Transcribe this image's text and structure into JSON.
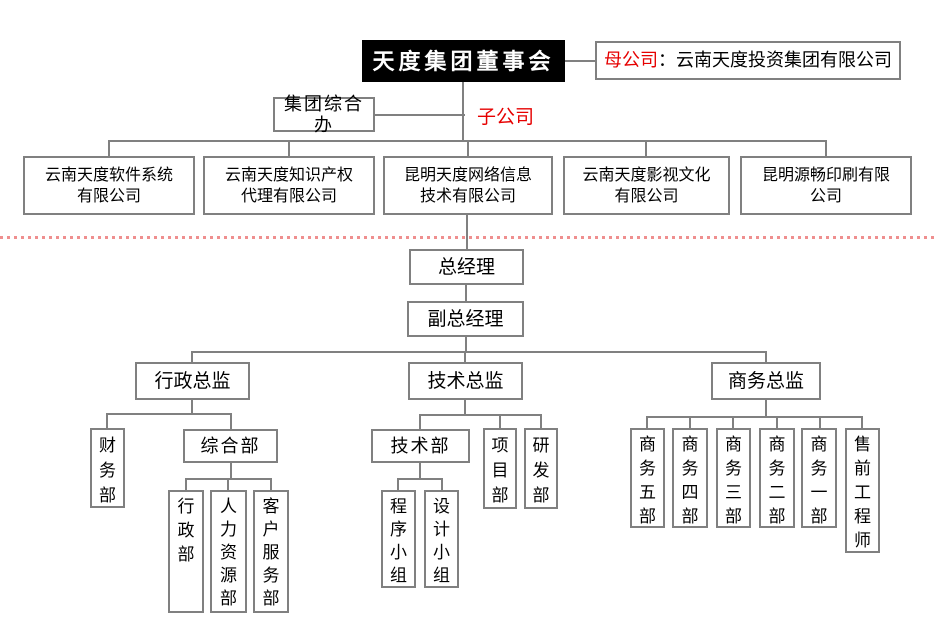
{
  "colors": {
    "accent_red": "#e60000",
    "line_gray": "#808080",
    "divider_red": "#ef8f8f"
  },
  "top": {
    "board": "天度集团董事会",
    "parent_label": "母公司",
    "parent_rest": "：云南天度投资集团有限公司",
    "group_office": "集团综合办",
    "subsidiary_label": "子公司"
  },
  "companies": [
    {
      "line1": "云南天度软件系统",
      "line2": "有限公司"
    },
    {
      "line1": "云南天度知识产权",
      "line2": "代理有限公司"
    },
    {
      "line1": "昆明天度网络信息",
      "line2": "技术有限公司"
    },
    {
      "line1": "云南天度影视文化",
      "line2": "有限公司"
    },
    {
      "line1": "昆明源畅印刷有限",
      "line2": "公司"
    }
  ],
  "management": {
    "general_manager": "总经理",
    "deputy_general_manager": "副总经理"
  },
  "directors": {
    "admin": "行政总监",
    "tech": "技术总监",
    "business": "商务总监"
  },
  "admin_branch": {
    "finance": "财务部",
    "general_affairs": "综合部",
    "admin_dept": "行政部",
    "hr": "人力资源部",
    "customer_service": "客户服务部"
  },
  "tech_branch": {
    "tech_dept": "技术部",
    "project_dept": "项目部",
    "rnd_dept": "研发部",
    "program_team": "程序小组",
    "design_team": "设计小组"
  },
  "business_branch": {
    "biz5": "商务五部",
    "biz4": "商务四部",
    "biz3": "商务三部",
    "biz2": "商务二部",
    "biz1": "商务一部",
    "presales": "售前工程师"
  }
}
